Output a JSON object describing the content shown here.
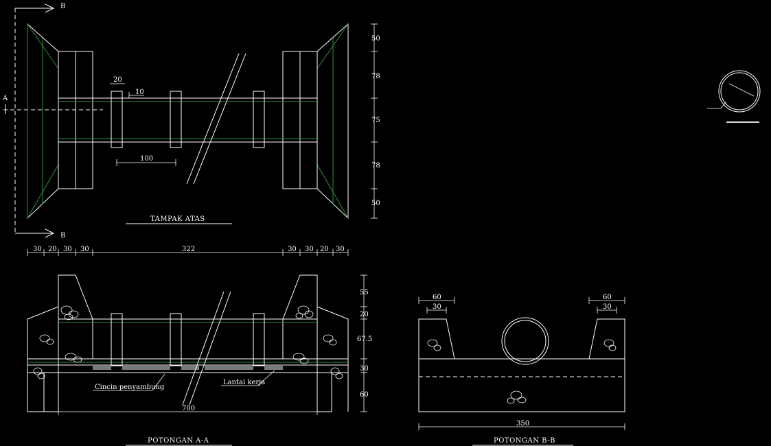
{
  "top_view": {
    "title": "TAMPAK ATAS",
    "section_marks": {
      "b_top": "B",
      "b_bottom": "B",
      "a_left": "A"
    },
    "dims_small": {
      "plank_width": "20",
      "gap": "10",
      "span": "100"
    },
    "right_dims": [
      "50",
      "78",
      "75",
      "78",
      "50"
    ],
    "bottom_dims_left": [
      "30",
      "20",
      "30",
      "30"
    ],
    "bottom_dim_mid": "322",
    "bottom_dims_right": [
      "30",
      "30",
      "20",
      "30"
    ]
  },
  "section_aa": {
    "title": "POTONGAN A-A",
    "right_dims": [
      "55",
      "20",
      "67.5",
      "30",
      "60"
    ],
    "total_width": "700",
    "label_joint": "Cincin penyambung",
    "label_floor": "Lantai kerja"
  },
  "section_bb": {
    "title": "POTONGAN B-B",
    "left_top_dims": [
      "60",
      "30"
    ],
    "right_top_dims": [
      "60",
      "30"
    ],
    "total_width": "350"
  }
}
